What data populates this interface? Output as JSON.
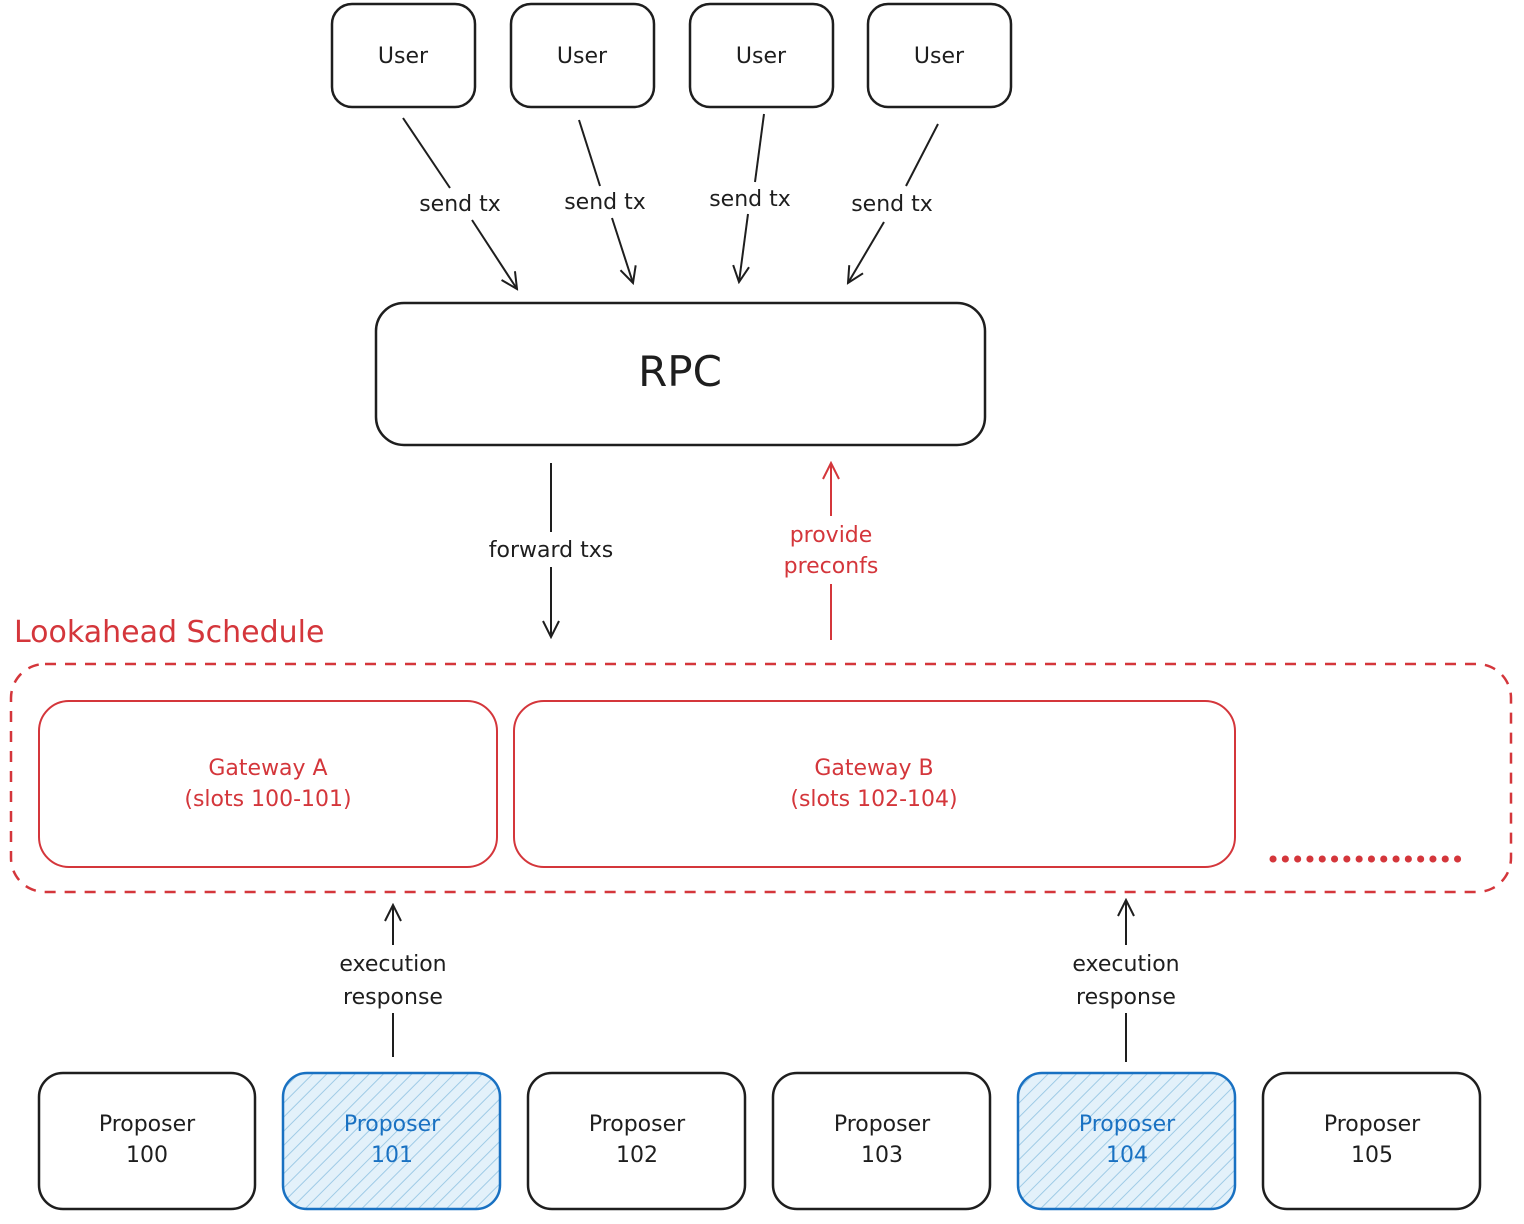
{
  "colors": {
    "ink": "#1e1e1e",
    "accent_red": "#d4363b",
    "accent_blue": "#1971c2",
    "hatch_fill": "#d6ecf7"
  },
  "users": [
    {
      "label": "User"
    },
    {
      "label": "User"
    },
    {
      "label": "User"
    },
    {
      "label": "User"
    }
  ],
  "edges": {
    "send_tx": [
      "send tx",
      "send tx",
      "send tx",
      "send tx"
    ],
    "forward": "forward txs",
    "preconfs": [
      "provide",
      "preconfs"
    ],
    "exec_a": [
      "execution",
      "response"
    ],
    "exec_b": [
      "execution",
      "response"
    ]
  },
  "rpc": {
    "label": "RPC"
  },
  "lookahead": {
    "title": "Lookahead Schedule"
  },
  "gateways": [
    {
      "name": "Gateway A",
      "slots": "(slots 100-101)"
    },
    {
      "name": "Gateway B",
      "slots": "(slots 102-104)"
    }
  ],
  "proposers": [
    {
      "label": "Proposer",
      "slot": "100",
      "highlighted": false
    },
    {
      "label": "Proposer",
      "slot": "101",
      "highlighted": true
    },
    {
      "label": "Proposer",
      "slot": "102",
      "highlighted": false
    },
    {
      "label": "Proposer",
      "slot": "103",
      "highlighted": false
    },
    {
      "label": "Proposer",
      "slot": "104",
      "highlighted": true
    },
    {
      "label": "Proposer",
      "slot": "105",
      "highlighted": false
    }
  ]
}
